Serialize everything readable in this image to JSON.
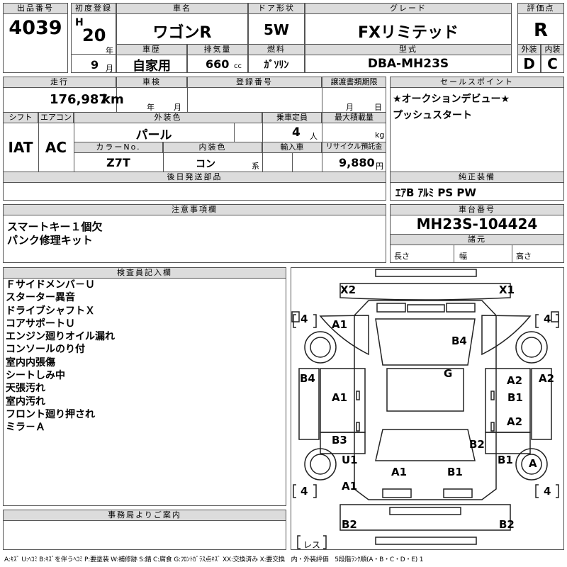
{
  "header": {
    "lot_no_label": "出品番号",
    "lot_no": "4039",
    "first_reg_label": "初度登録",
    "era": "H",
    "year": "20",
    "year_unit": "年",
    "month": "9",
    "month_unit": "月",
    "car_name_label": "車名",
    "car_name": "ワゴンR",
    "door_label": "ドア形状",
    "door": "5W",
    "grade_label": "グレード",
    "grade": "FXリミテッド",
    "score_label": "評価点",
    "score": "R",
    "history_label": "車歴",
    "history": "自家用",
    "displacement_label": "排気量",
    "displacement": "660",
    "displacement_unit": "cc",
    "fuel_label": "燃料",
    "fuel": "ｶﾞｿﾘﾝ",
    "model_label": "型式",
    "model": "DBA-MH23S",
    "exterior_label": "外装",
    "exterior": "D",
    "interior_label": "内装",
    "interior": "C"
  },
  "specs": {
    "mileage_label": "走行",
    "mileage": "176,987",
    "mileage_unit": "km",
    "inspection_label": "車検",
    "inspection_year_unit": "年",
    "inspection_month_unit": "月",
    "reg_no_label": "登録番号",
    "transfer_label": "譲渡書類期限",
    "transfer_month_unit": "月",
    "transfer_day_unit": "日",
    "shift_label": "シフト",
    "shift": "IAT",
    "ac_label": "エアコン",
    "ac": "AC",
    "ext_color_label": "外装色",
    "ext_color": "パール",
    "capacity_label": "乗車定員",
    "capacity": "4",
    "capacity_unit": "人",
    "max_load_label": "最大積載量",
    "max_load_unit": "kg",
    "color_no_label": "カラーNo.",
    "color_no": "Z7T",
    "int_color_label": "内装色",
    "int_color": "コン",
    "int_color_unit": "系",
    "import_label": "輸入車",
    "recycle_label": "リサイクル預託金",
    "recycle": "9,880",
    "recycle_unit": "円"
  },
  "selling_points": {
    "label": "セールスポイント",
    "lines": [
      "★オークションデビュー★",
      "プッシュスタート"
    ]
  },
  "later_parts": {
    "label": "後日発送部品"
  },
  "genuine": {
    "label": "純正装備",
    "value": "ｴｱB ｱﾙﾐ PS PW"
  },
  "notes": {
    "label": "注意事項欄",
    "lines": [
      "スマートキー１個欠",
      "パンク修理キット"
    ]
  },
  "chassis": {
    "label": "車台番号",
    "value": "MH23S-104424",
    "dims_label": "諸元",
    "length_label": "長さ",
    "width_label": "幅",
    "height_label": "高さ"
  },
  "inspector": {
    "label": "検査員記入欄",
    "lines": [
      "Ｆサイドメンバ－Ｕ",
      "スターター異音",
      "ドライブシャフトＸ",
      "コアサポートＵ",
      "エンジン廻りオイル漏れ",
      "コンソールのり付",
      "室内内張傷",
      "シートしみ中",
      "天張汚れ",
      "室内汚れ",
      "フロント廻り押され",
      "ミラ－Ａ"
    ]
  },
  "office": {
    "label": "事務局よりご案内"
  },
  "diagram": {
    "codes": [
      "X2",
      "X1",
      "A1",
      "B4",
      "G",
      "B4",
      "A2",
      "A2",
      "A1",
      "B1",
      "A2",
      "B3",
      "B2",
      "U1",
      "A1",
      "B1",
      "B1",
      "A",
      "A1",
      "B2",
      "B2"
    ],
    "tire_left_top": "4",
    "tire_right_top": "4",
    "tire_left_bottom": "4",
    "tire_right_bottom": "4",
    "spare": "レス"
  },
  "footer": "A:ｷｽﾞ U:ﾍｺﾐ B:ｷｽﾞを伴うﾍｺﾐ P:要塗装 W:補修跡 S:錆 C:腐食 G:ﾌﾛﾝﾄｶﾞﾗｽ点ｷｽﾞ XX:交換済み X:要交換　内・外装評価　5段階ﾗﾝｸ順(A・B・C・D・E) 1"
}
